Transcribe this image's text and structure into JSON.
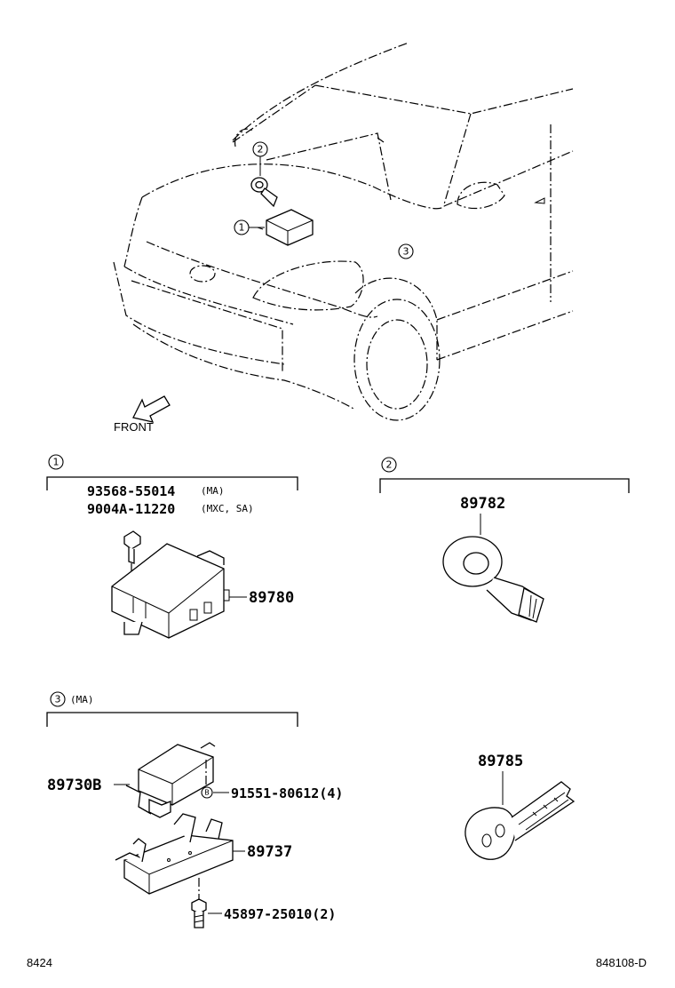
{
  "overview": {
    "front_label": "FRONT",
    "callouts": [
      "2",
      "1",
      "3"
    ]
  },
  "section1": {
    "index": "1",
    "bolt_lines": [
      {
        "part": "93568-55014",
        "note": "(MA)"
      },
      {
        "part": "9004A-11220",
        "note": "(MXC, SA)"
      }
    ],
    "module_part": "89780"
  },
  "section2": {
    "index": "2",
    "part": "89782"
  },
  "section3": {
    "index": "3",
    "note": "(MA)",
    "module_part": "89730B",
    "screw_marker": "B",
    "screw_part": "91551-80612(4)",
    "bracket_part": "89737",
    "bolt_part": "45897-25010(2)"
  },
  "key": {
    "part": "89785"
  },
  "footer": {
    "left_code": "8424",
    "right_code": "848108-D"
  }
}
